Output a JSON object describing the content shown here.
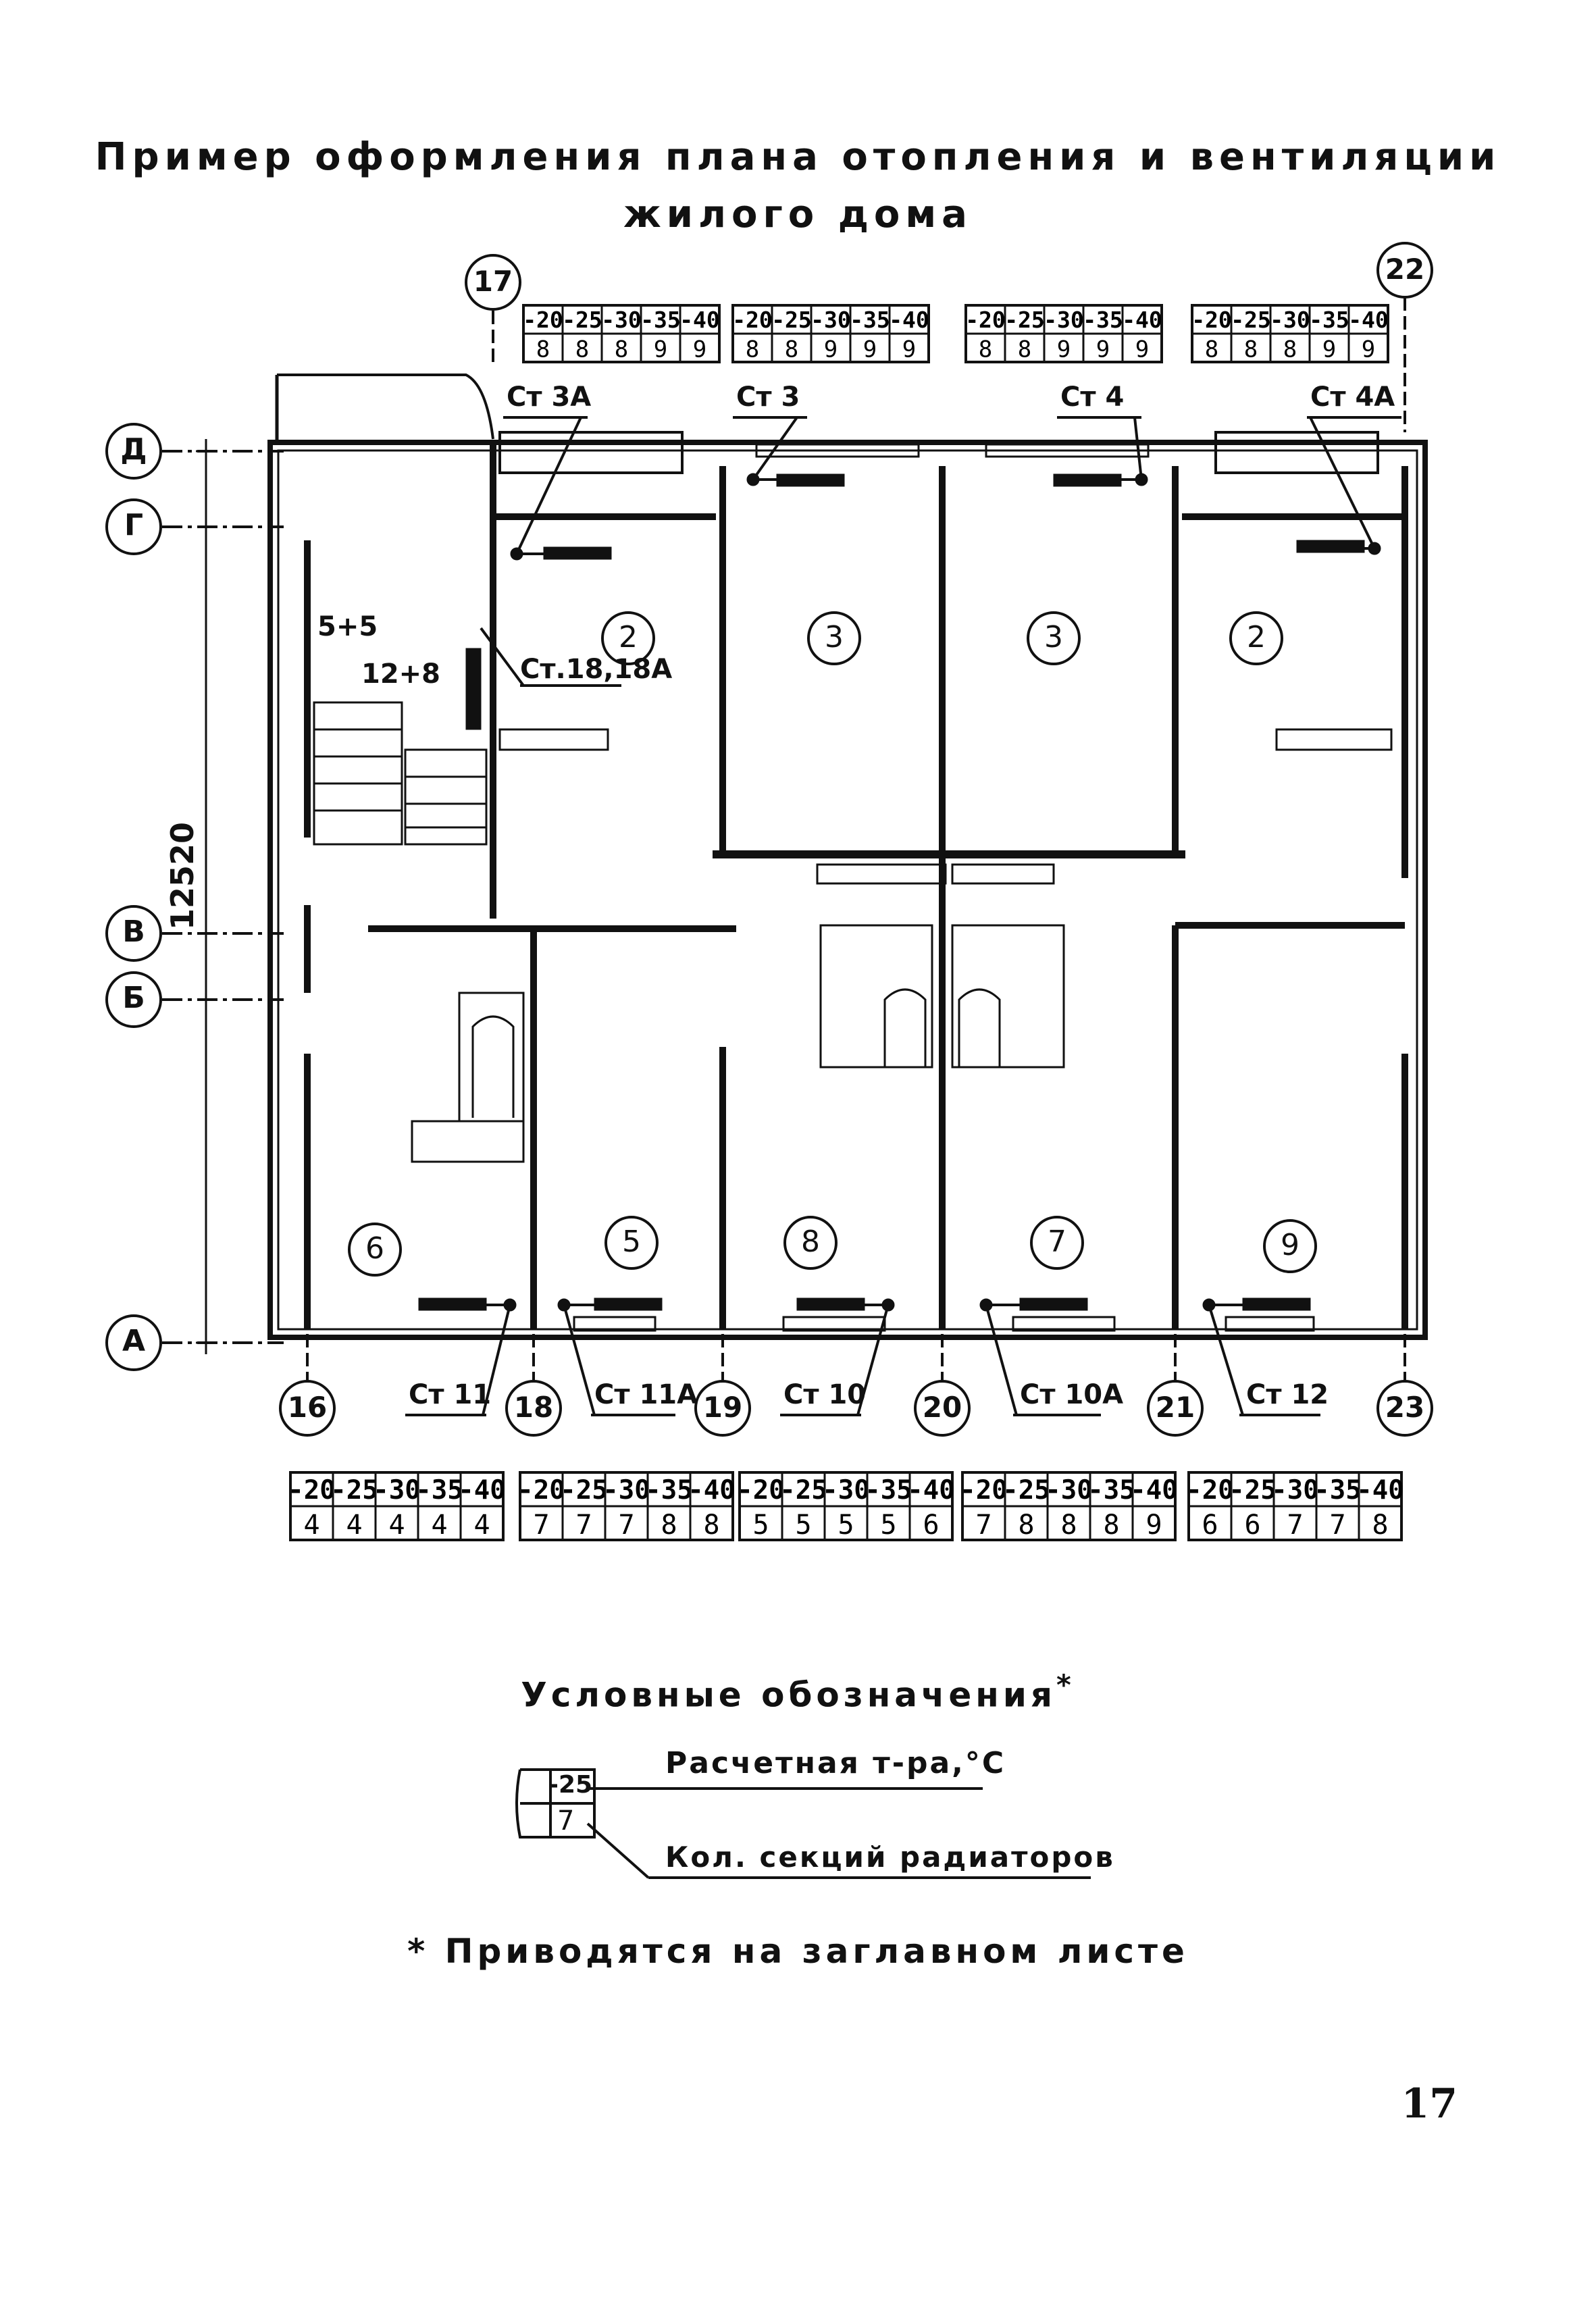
{
  "title": {
    "line1": "Пример оформления плана отопления и вентиляции",
    "line2": "жилого дома"
  },
  "axes_vertical": [
    "17",
    "22",
    "16",
    "18",
    "19",
    "20",
    "21",
    "23"
  ],
  "axes_horizontal": [
    "Д",
    "Г",
    "В",
    "Б",
    "А"
  ],
  "dimension": "12520",
  "room_numbers": [
    "2",
    "3",
    "3",
    "2",
    "6",
    "5",
    "8",
    "7",
    "9"
  ],
  "risers": {
    "top": [
      "Ст 3А",
      "Ст 3",
      "Ст 4",
      "Ст 4А"
    ],
    "bottom": [
      "Ст 11",
      "Ст 11А",
      "Ст 10",
      "Ст 10А",
      "Ст 12"
    ],
    "stair": "Ст.18,18А"
  },
  "pipe_labels": [
    "5+5",
    "12+8"
  ],
  "temperatures": [
    "-20",
    "-25",
    "-30",
    "-35",
    "-40"
  ],
  "tables_top": [
    {
      "sections": [
        "8",
        "8",
        "8",
        "9",
        "9"
      ]
    },
    {
      "sections": [
        "8",
        "8",
        "9",
        "9",
        "9"
      ]
    },
    {
      "sections": [
        "8",
        "8",
        "9",
        "9",
        "9"
      ]
    },
    {
      "sections": [
        "8",
        "8",
        "8",
        "9",
        "9"
      ]
    }
  ],
  "tables_bottom": [
    {
      "sections": [
        "4",
        "4",
        "4",
        "4",
        "4"
      ]
    },
    {
      "sections": [
        "7",
        "7",
        "7",
        "8",
        "8"
      ]
    },
    {
      "sections": [
        "5",
        "5",
        "5",
        "5",
        "6"
      ]
    },
    {
      "sections": [
        "7",
        "8",
        "8",
        "8",
        "9"
      ]
    },
    {
      "sections": [
        "6",
        "6",
        "7",
        "7",
        "8"
      ]
    }
  ],
  "legend": {
    "title": "Условные обозначения",
    "asterisk": "*",
    "temp_value": "-25",
    "section_value": "7",
    "temp_label": "Расчетная т-ра,°С",
    "section_label": "Кол. секций радиаторов"
  },
  "note": "* Приводятся на заглавном листе",
  "page_number": "17"
}
